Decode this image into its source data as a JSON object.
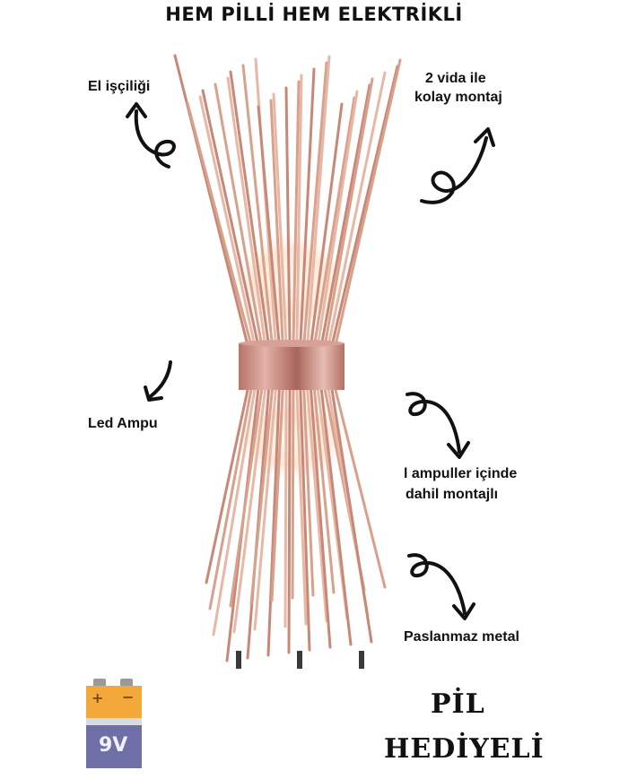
{
  "title": "HEM PİLLİ HEM ELEKTRİKLİ",
  "annotations": {
    "handcraft": "El işçiliği",
    "mounting_line1": "2 vida ile",
    "mounting_line2": "kolay montaj",
    "led": "Led Ampu",
    "bulbs_line1": "l ampuller içinde",
    "bulbs_line2": "dahil montajlı",
    "metal": "Paslanmaz metal"
  },
  "promo": {
    "line1": "PİL",
    "line2": "HEDİYELİ"
  },
  "battery": {
    "label": "9V",
    "plus": "+",
    "minus": "−"
  },
  "colors": {
    "rod": "#d9a08c",
    "ring": "#c98a80",
    "glow": "#fff1df",
    "battery_top": "#f2a93a",
    "battery_bottom": "#6f6fa8"
  }
}
